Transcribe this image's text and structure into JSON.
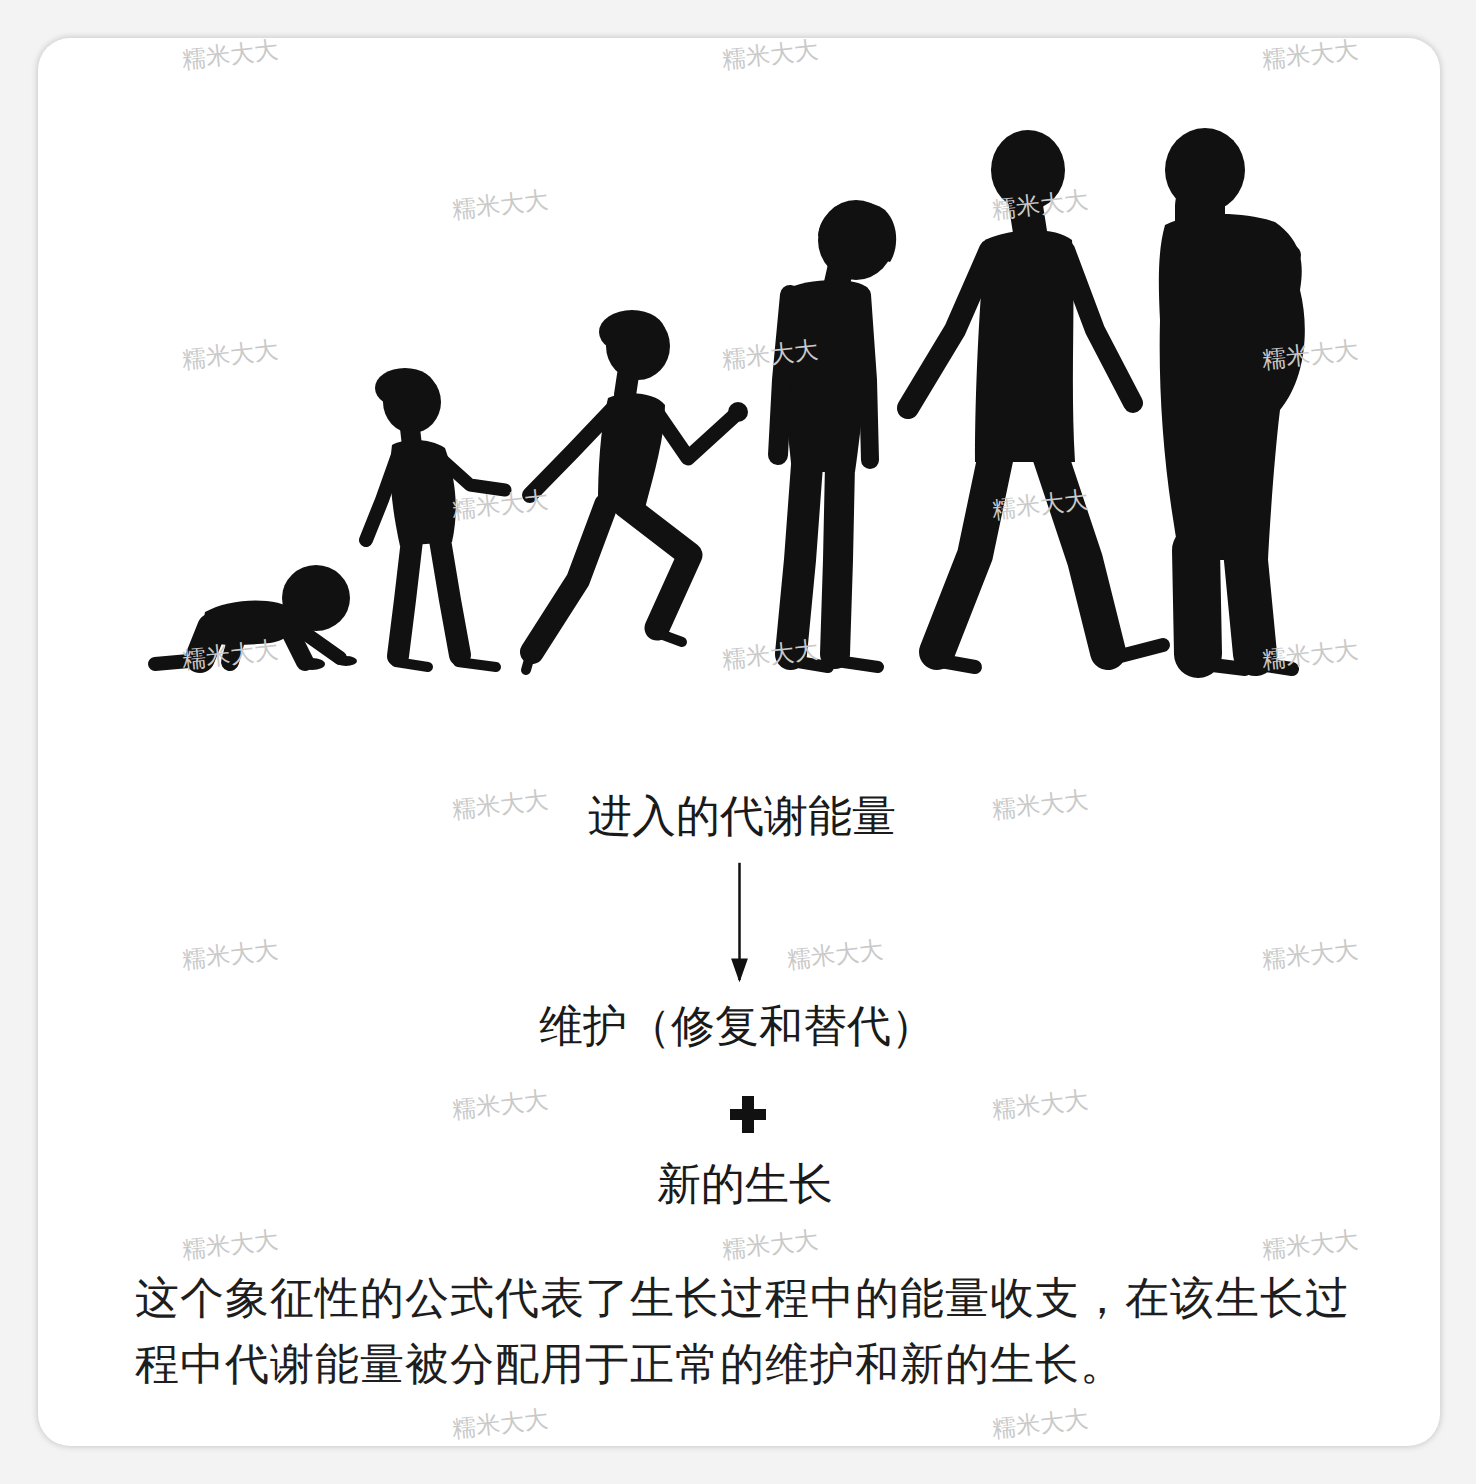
{
  "diagram": {
    "caption": "这个象征性的公式代表了生长过程中的能量收支，在该生长过程中代谢能量被分配用于正常的维护和新的生长。",
    "nodes": [
      {
        "text": [
          "进入的代谢能量"
        ]
      },
      {
        "text": [
          "维护（修复和替代）"
        ]
      },
      {
        "text": [
          "新的生长"
        ]
      }
    ],
    "edges": [
      {
        "from": 0,
        "to": 1,
        "arrow": "to"
      }
    ],
    "labels": [
      "糯米大大",
      "糯米大大",
      "糯米大大",
      "糯米大大",
      "糯米大大",
      "糯米大大",
      "糯米大大",
      "糯米大大",
      "糯米大大",
      "糯米大大",
      "糯米大大",
      "糯米大大",
      "糯米大大",
      "糯米大大",
      "糯米大大",
      "糯米大大",
      "糯米大大",
      "糯米大大",
      "糯米大大",
      "糯米大大",
      "糯米大大",
      "糯米大大",
      "糯米大大",
      "糯米大大",
      "糯米大大"
    ]
  }
}
